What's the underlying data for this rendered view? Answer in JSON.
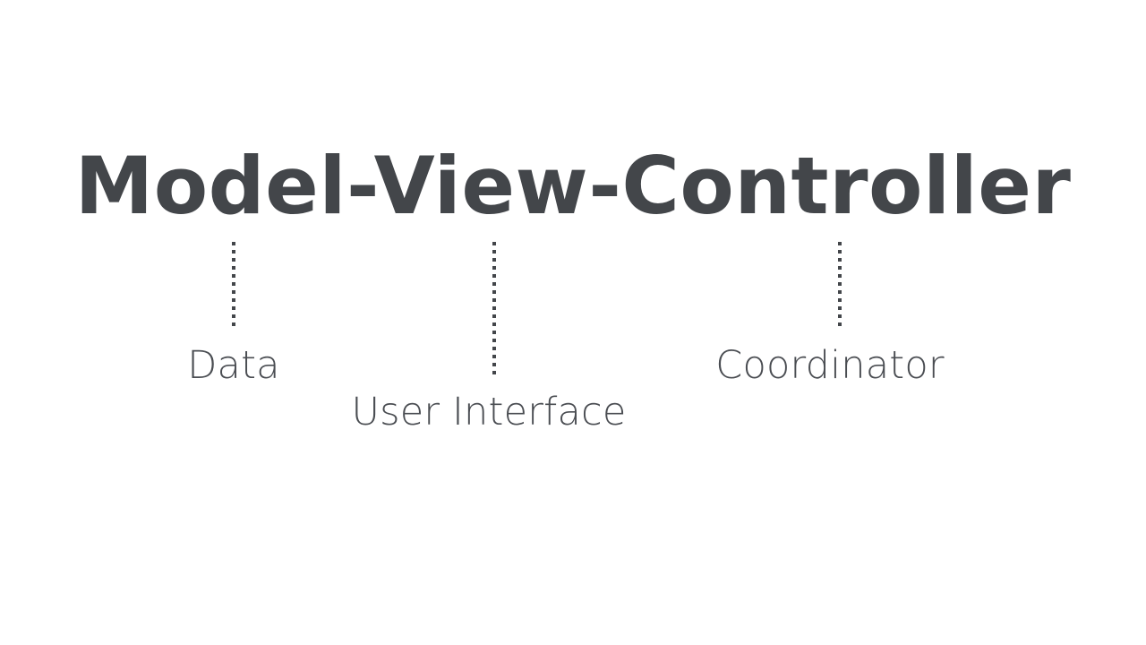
{
  "slide": {
    "background_color": "#ffffff",
    "text_color": "#43464a",
    "title": "Model-View-Controller",
    "nodes": [
      {
        "term": "Model",
        "label": "Data",
        "connector": "dotted-vertical-line"
      },
      {
        "term": "View",
        "label": "User Interface",
        "connector": "dotted-vertical-line"
      },
      {
        "term": "Controller",
        "label": "Coordinator",
        "connector": "dotted-vertical-line"
      }
    ]
  }
}
